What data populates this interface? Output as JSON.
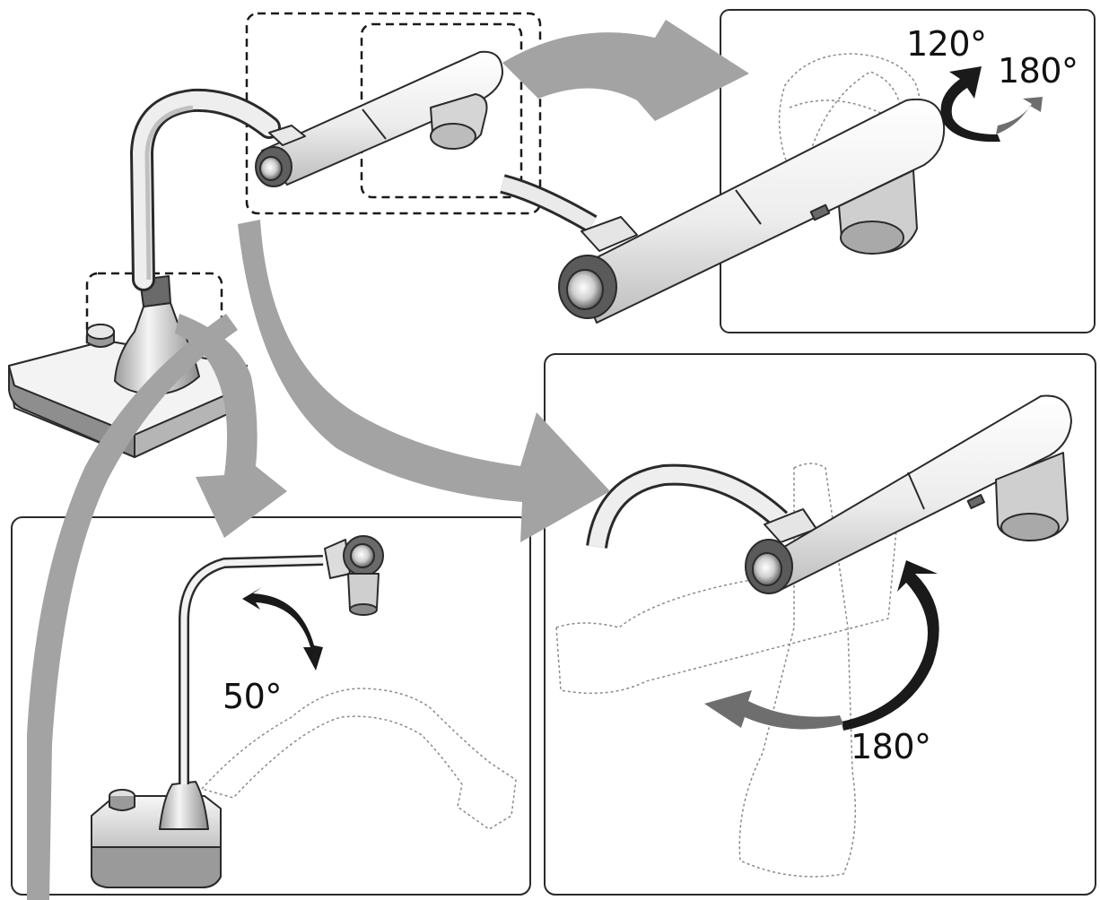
{
  "colors": {
    "arrow_gray": "#a3a3a3",
    "arrow_dark": "#1a1a1a",
    "arrow_mid": "#6e6e6e",
    "outline": "#2a2a2a",
    "device_light": "#f2f2f2",
    "device_mid": "#c9c9c9",
    "device_dark": "#5a5a5a",
    "ghost_line": "#8a8a8a"
  },
  "icons": {
    "device_full": "document-camera-icon",
    "device_detail": "camera-head-icon",
    "rotation_arrow": "curved-rotation-arrow-icon",
    "transition_arrow": "curved-gray-arrow-icon"
  },
  "labels": {
    "head_tilt_a": "120°",
    "head_tilt_b": "180°",
    "arm_tilt": "50°",
    "head_rotate": "180°"
  }
}
